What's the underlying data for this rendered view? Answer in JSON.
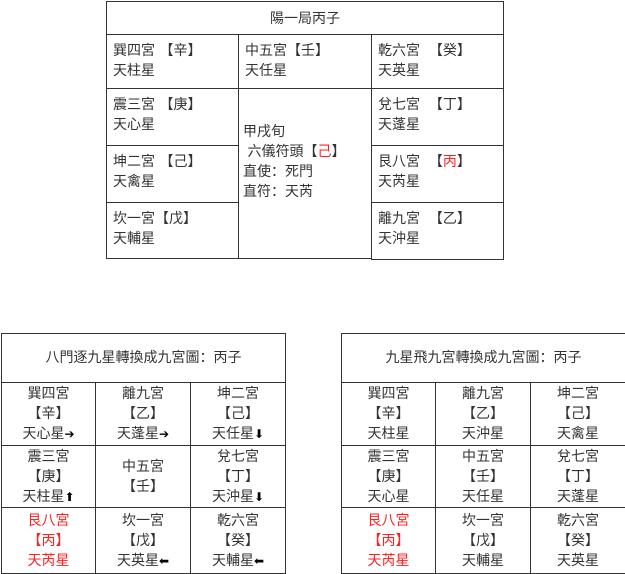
{
  "top_chart": {
    "title": "陽一局丙子",
    "cells": {
      "xun4": {
        "palace": "巽四宮",
        "gap": " ",
        "stem": "【辛】",
        "star": "天柱星"
      },
      "zhong5": {
        "palace": "中五宮",
        "gap": "",
        "stem": "【壬】",
        "star": "天任星"
      },
      "qian6": {
        "palace": "乾六宮",
        "gap": "  ",
        "stem": "【癸】",
        "star": "天英星"
      },
      "zhen3": {
        "palace": "震三宮",
        "gap": " ",
        "stem": "【庚】",
        "star": "天心星"
      },
      "dui7": {
        "palace": "兌七宮",
        "gap": "  ",
        "stem": "【丁】",
        "star": "天蓬星"
      },
      "kun2": {
        "palace": "坤二宮",
        "gap": " ",
        "stem": "【己】",
        "star": "天禽星"
      },
      "gen8": {
        "palace": "艮八宮",
        "gap": "  ",
        "stem_open": "【",
        "stem_char": "丙",
        "stem_close": "】",
        "star": "天芮星"
      },
      "kan1": {
        "palace": "坎一宮",
        "gap": "",
        "stem": "【戊】",
        "star": "天輔星"
      },
      "li9": {
        "palace": "離九宮",
        "gap": "  ",
        "stem": "【乙】",
        "star": "天沖星"
      }
    },
    "center": {
      "line1": "甲戌旬",
      "line2_prefix": " 六儀符頭",
      "line2_open": "【",
      "line2_char": "己",
      "line2_close": "】",
      "line3": "直使：死門",
      "line4": "直符：天芮"
    }
  },
  "left_table": {
    "title": "八門逐九星轉換成九宮圖：丙子",
    "rows": [
      [
        {
          "palace": "巽四宮",
          "stem": "【辛】",
          "star": "天心星",
          "arrow": "🡒"
        },
        {
          "palace": "離九宮",
          "stem": "【乙】",
          "star": "天蓬星",
          "arrow": "🡒"
        },
        {
          "palace": "坤二宮",
          "stem": "【己】",
          "star": "天任星",
          "arrow": "🡓"
        }
      ],
      [
        {
          "palace": "震三宮",
          "stem": "【庚】",
          "star": "天柱星",
          "arrow": "🡑"
        },
        {
          "palace": "中五宮",
          "stem": "【壬】",
          "star": "",
          "arrow": ""
        },
        {
          "palace": "兌七宮",
          "stem": "【丁】",
          "star": "天沖星",
          "arrow": "🡓"
        }
      ],
      [
        {
          "palace": "艮八宮",
          "stem": "【丙】",
          "star": "天芮星",
          "arrow": "",
          "highlight": true
        },
        {
          "palace": "坎一宮",
          "stem": "【戊】",
          "star": "天英星",
          "arrow": "🡐"
        },
        {
          "palace": "乾六宮",
          "stem": "【癸】",
          "star": "天輔星",
          "arrow": "🡐"
        }
      ]
    ]
  },
  "right_table": {
    "title": "九星飛九宮轉換成九宮圖：丙子",
    "rows": [
      [
        {
          "palace": "巽四宮",
          "stem": "【辛】",
          "star": "天柱星"
        },
        {
          "palace": "離九宮",
          "stem": "【乙】",
          "star": "天沖星"
        },
        {
          "palace": "坤二宮",
          "stem": "【己】",
          "star": "天禽星"
        }
      ],
      [
        {
          "palace": "震三宮",
          "stem": "【庚】",
          "star": "天心星"
        },
        {
          "palace": "中五宮",
          "stem": "【壬】",
          "star": "天任星"
        },
        {
          "palace": "兌七宮",
          "stem": "【丁】",
          "star": "天蓬星"
        }
      ],
      [
        {
          "palace": "艮八宮",
          "stem": "【丙】",
          "star": "天芮星",
          "highlight": true
        },
        {
          "palace": "坎一宮",
          "stem": "【戊】",
          "star": "天輔星"
        },
        {
          "palace": "乾六宮",
          "stem": "【癸】",
          "star": "天英星"
        }
      ]
    ]
  },
  "colors": {
    "highlight": "#ff2020",
    "border": "#333333",
    "text": "#333333"
  }
}
